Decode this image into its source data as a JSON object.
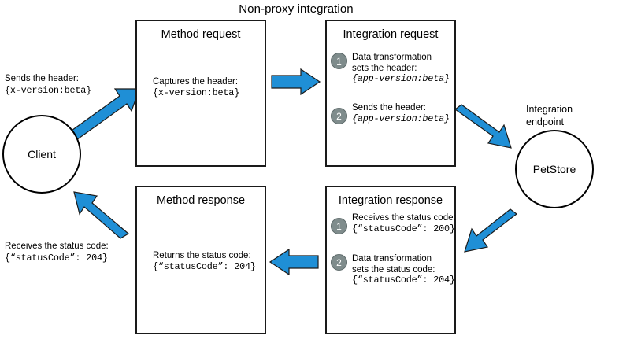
{
  "diagram": {
    "title": "Non-proxy integration",
    "accent_arrow_color": "#1f8fd6",
    "arrow_outline_color": "#1a1a1a",
    "badge_color": "#7f8c8c",
    "box_border_color": "#1a1a1a"
  },
  "nodes": {
    "client": {
      "label": "Client"
    },
    "petstore": {
      "label": "PetStore",
      "caption_line1": "Integration",
      "caption_line2": "endpoint"
    }
  },
  "client_labels": {
    "request_line1": "Sends the header:",
    "request_line2": "{x-version:beta}",
    "response_line1": "Receives the status code:",
    "response_line2": "{“statusCode”: 204}"
  },
  "boxes": {
    "method_request": {
      "title": "Method request",
      "body_line1": "Captures the header:",
      "body_line2": "{x-version:beta}"
    },
    "integration_request": {
      "title": "Integration request",
      "steps": [
        {
          "number": "1",
          "lines": [
            "Data transformation",
            "sets the header:"
          ],
          "code": "{app-version:beta}"
        },
        {
          "number": "2",
          "lines": [
            "Sends the header:"
          ],
          "code": "{app-version:beta}"
        }
      ]
    },
    "integration_response": {
      "title": "Integration response",
      "steps": [
        {
          "number": "1",
          "lines": [
            "Receives the status code:"
          ],
          "code": "{“statusCode”: 200}"
        },
        {
          "number": "2",
          "lines": [
            "Data transformation",
            "sets the status code:"
          ],
          "code": "{“statusCode”: 204}"
        }
      ]
    },
    "method_response": {
      "title": "Method response",
      "body_line1": "Returns the status code:",
      "body_line2": "{“statusCode”: 204}"
    }
  },
  "flow_arrows": [
    {
      "name": "client-to-method-request",
      "direction": "up-right"
    },
    {
      "name": "method-request-to-integration-request",
      "direction": "right"
    },
    {
      "name": "integration-request-to-endpoint",
      "direction": "down-right"
    },
    {
      "name": "endpoint-to-integration-response",
      "direction": "down-left"
    },
    {
      "name": "integration-response-to-method-response",
      "direction": "left"
    },
    {
      "name": "method-response-to-client",
      "direction": "up-left"
    }
  ]
}
